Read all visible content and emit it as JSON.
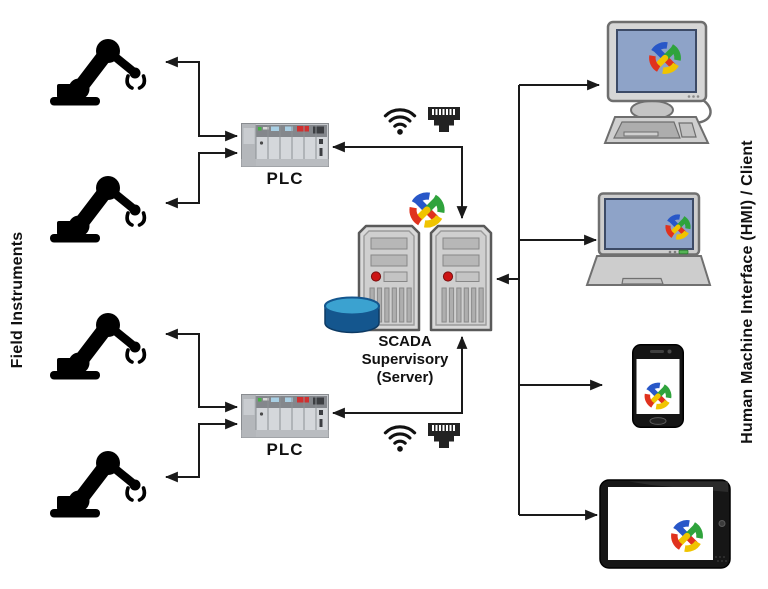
{
  "left_section": {
    "label": "Field Instruments"
  },
  "right_section": {
    "label": "Human Machine Interface (HMI) / Client"
  },
  "plc_top": {
    "label": "PLC"
  },
  "plc_bottom": {
    "label": "PLC"
  },
  "server": {
    "caption": [
      "SCADA",
      "Supervisory",
      "(Server)"
    ]
  },
  "icons": [
    "robot-arm-icon",
    "plc-rack-icon",
    "server-tower-icon",
    "database-icon",
    "scada-logo-icon",
    "wifi-icon",
    "ethernet-port-icon",
    "desktop-computer-icon",
    "laptop-icon",
    "smartphone-icon",
    "tablet-icon"
  ],
  "colors": {
    "line": "#1a1a1a",
    "screen_blue": "#8ea3c8",
    "database_top": "#3ba2d0",
    "database_body": "#14568e",
    "led_red": "#cc1414",
    "logo_red": "#e0321e",
    "logo_blue": "#2857c8",
    "logo_green": "#2fa33c",
    "logo_yellow": "#f0c400",
    "plc_accent_red": "#d03030"
  }
}
